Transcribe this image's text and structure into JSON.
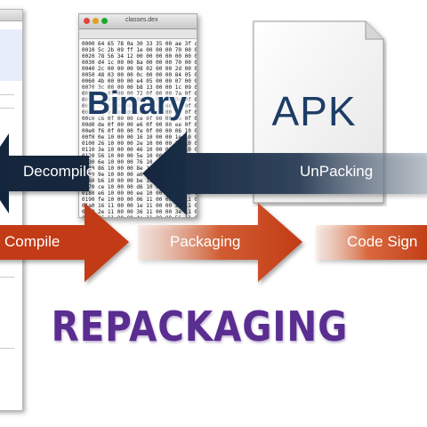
{
  "binary": {
    "label": "Binary",
    "window_title": "classes.dex",
    "hex_rows": [
      "0000 64 65 78 0a 30 33 35 00 ae 3f c1 88",
      "0010 5c 2b 09 ff 1e 00 00 00 70 00 00 00",
      "0020 78 56 34 12 00 00 00 00 00 00 00 00",
      "0030 d4 1c 00 00 8a 00 00 00 70 00 00 00",
      "0040 2c 00 00 00 98 02 00 00 2d 00 00 00",
      "0050 48 03 00 00 0c 00 00 00 84 05 00 00",
      "0060 4b 00 00 00 e4 05 00 00 07 00 00 00",
      "0070 3c 08 00 00 b8 13 00 00 1c 09 00 00",
      "0080 6a 0f 00 00 72 0f 00 00 7a 0f 00 00",
      "0090 7e 0f 00 00 86 0f 00 00 8e 0f 00 00",
      "00a0 96 0f 00 00 9e 0f 00 00 a6 0f 00 00",
      "00b0 ae 0f 00 00 b6 0f 00 00 be 0f 00 00",
      "00c0 c6 0f 00 00 ce 0f 00 00 d6 0f 00 00",
      "00d0 de 0f 00 00 e6 0f 00 00 ee 0f 00 00",
      "00e0 f6 0f 00 00 fe 0f 00 00 06 10 00 00",
      "00f0 0e 10 00 00 16 10 00 00 1e 10 00 00",
      "0100 26 10 00 00 2e 10 00 00 36 10 00 00",
      "0110 3e 10 00 00 46 10 00 00 4e 10 00 00",
      "0120 56 10 00 00 5e 10 00 00 66 10 00 00",
      "0130 6e 10 00 00 76 10 00 00 7e 10 00 00",
      "0140 86 10 00 00 8e 10 00 00 96 10 00 00",
      "0150 9e 10 00 00 a6 10 00 00 ae 10 00 00",
      "0160 b6 10 00 00 be 10 00 00 c6 10 00 00",
      "0170 ce 10 00 00 d6 10 00 00 de 10 00 00",
      "0180 e6 10 00 00 ee 10 00 00 f6 10 00 00",
      "0190 fe 10 00 00 06 11 00 00 0e 11 00 00",
      "01a0 16 11 00 00 1e 11 00 00 26 11 00 00",
      "01b0 2e 11 00 00 36 11 00 00 3e 11 00 00",
      "01c0 46 11 00 00 4e 11 00 00 56 11 00 00",
      "01d0 5e 11 00 00 66 11 00 00 6e 11 00 00"
    ]
  },
  "apk": {
    "label": "APK"
  },
  "arrows": {
    "reverse": {
      "decompile_label": "Decompile",
      "unpacking_label": "UnPacking",
      "color": "#13253d"
    },
    "forward": {
      "compile_label": "Compile",
      "packaging_label": "Packaging",
      "code_sign_label": "Code Sign",
      "color": "#c23b14"
    }
  },
  "title": {
    "text": "REPACKAGING",
    "color": "#5a2d91"
  }
}
